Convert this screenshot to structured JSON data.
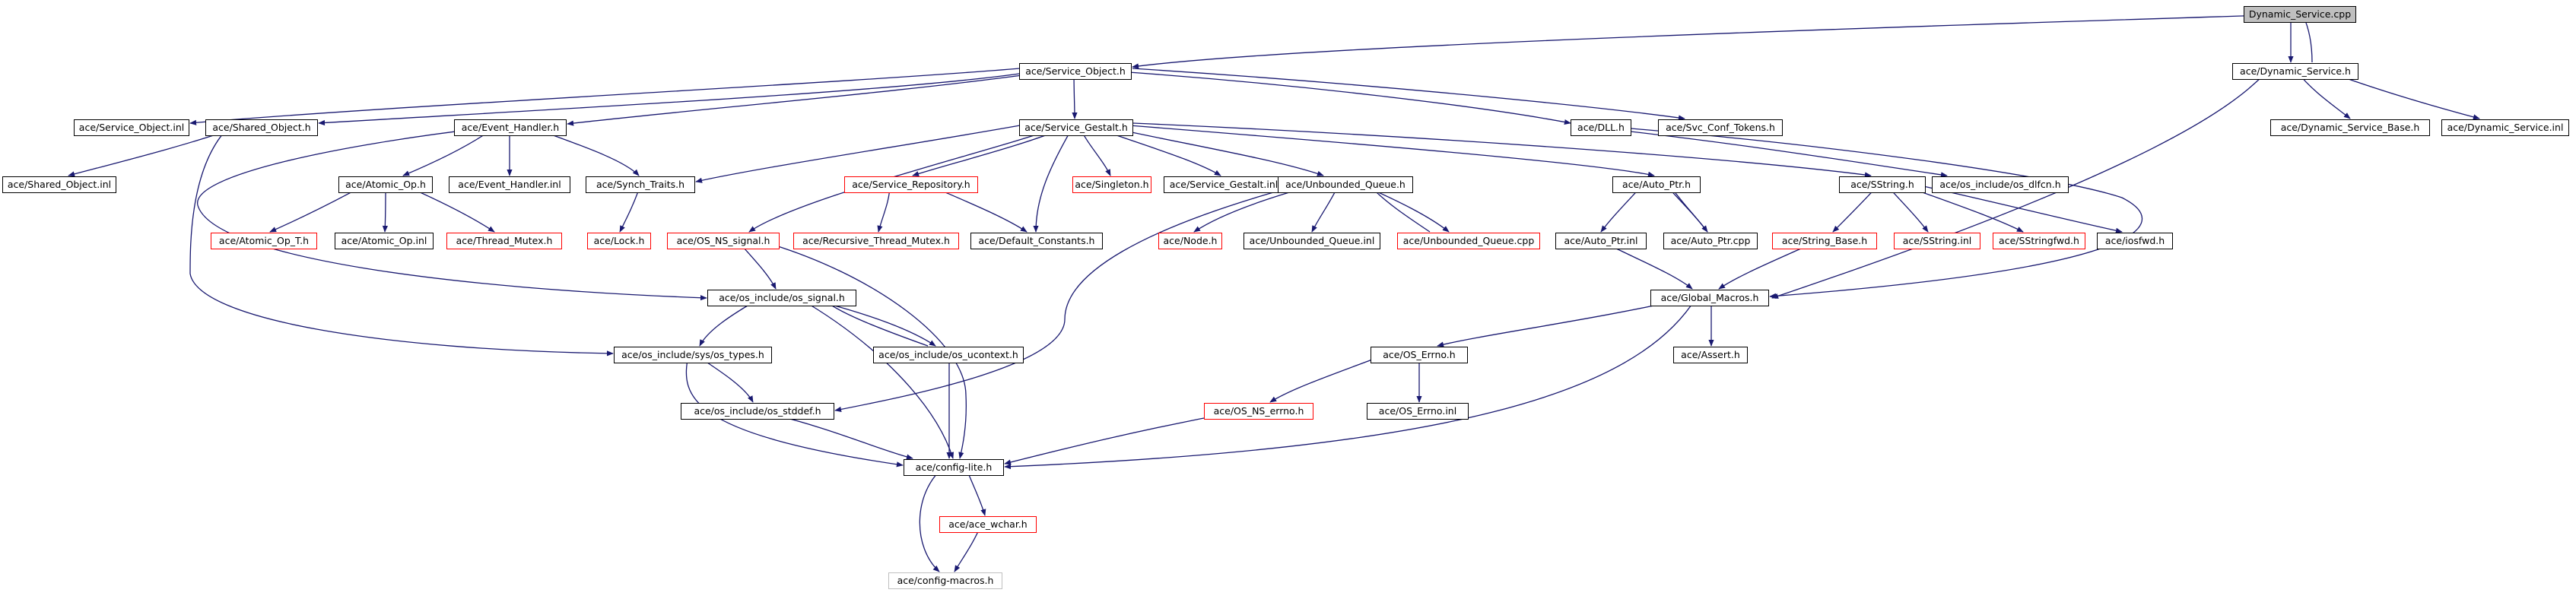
{
  "colors": {
    "edge": "#191970",
    "node_border": "#000000",
    "missing_border": "#ff0000",
    "undoc_border": "#bfbfbf",
    "root_fill": "#bfbfbf"
  },
  "nodes": {
    "dynamic_service_cpp": "Dynamic_Service.cpp",
    "dynamic_service_h": "ace/Dynamic_Service.h",
    "service_object_h": "ace/Service_Object.h",
    "service_object_inl": "ace/Service_Object.inl",
    "shared_object_h": "ace/Shared_Object.h",
    "event_handler_h": "ace/Event_Handler.h",
    "dll_h": "ace/DLL.h",
    "svc_conf_tokens_h": "ace/Svc_Conf_Tokens.h",
    "dynamic_service_base_h": "ace/Dynamic_Service_Base.h",
    "dynamic_service_inl": "ace/Dynamic_Service.inl",
    "shared_object_inl": "ace/Shared_Object.inl",
    "atomic_op_h": "ace/Atomic_Op.h",
    "event_handler_inl": "ace/Event_Handler.inl",
    "synch_traits_h": "ace/Synch_Traits.h",
    "service_gestalt_h": "ace/Service_Gestalt.h",
    "service_repository_h": "ace/Service_Repository.h",
    "singleton_h": "ace/Singleton.h",
    "service_gestalt_inl": "ace/Service_Gestalt.inl",
    "unbounded_queue_h": "ace/Unbounded_Queue.h",
    "auto_ptr_h": "ace/Auto_Ptr.h",
    "sstring_h": "ace/SString.h",
    "os_dlfcn_h": "ace/os_include/os_dlfcn.h",
    "atomic_op_t_h": "ace/Atomic_Op_T.h",
    "atomic_op_inl": "ace/Atomic_Op.inl",
    "thread_mutex_h": "ace/Thread_Mutex.h",
    "lock_h": "ace/Lock.h",
    "os_ns_signal_h": "ace/OS_NS_signal.h",
    "recursive_thread_mutex_h": "ace/Recursive_Thread_Mutex.h",
    "default_constants_h": "ace/Default_Constants.h",
    "node_h": "ace/Node.h",
    "unbounded_queue_inl": "ace/Unbounded_Queue.inl",
    "unbounded_queue_cpp": "ace/Unbounded_Queue.cpp",
    "auto_ptr_inl": "ace/Auto_Ptr.inl",
    "auto_ptr_cpp": "ace/Auto_Ptr.cpp",
    "string_base_h": "ace/String_Base.h",
    "sstring_inl": "ace/SString.inl",
    "sstringfwd_h": "ace/SStringfwd.h",
    "iosfwd_h": "ace/iosfwd.h",
    "os_signal_h": "ace/os_include/os_signal.h",
    "global_macros_h": "ace/Global_Macros.h",
    "os_types_h": "ace/os_include/sys/os_types.h",
    "os_ucontext_h": "ace/os_include/os_ucontext.h",
    "os_errno_h": "ace/OS_Errno.h",
    "assert_h": "ace/Assert.h",
    "os_ns_errno_h": "ace/OS_NS_errno.h",
    "os_errno_inl": "ace/OS_Errno.inl",
    "os_stddef_h": "ace/os_include/os_stddef.h",
    "config_lite_h": "ace/config-lite.h",
    "ace_wchar_h": "ace/ace_wchar.h",
    "config_macros_h": "ace/config-macros.h"
  }
}
